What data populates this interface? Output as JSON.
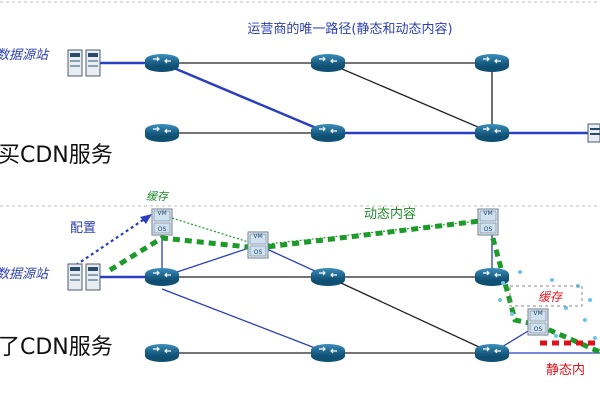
{
  "labels": {
    "top_title": "运营商的唯一路径(静态和动态内容)",
    "source_top": "数据源站",
    "source_bottom": "数据源站",
    "section_top": "买CDN服务",
    "section_bottom": "了CDN服务",
    "cache_left": "缓存",
    "cache_right": "缓存",
    "config": "配置",
    "dynamic": "动态内容",
    "static": "静态内",
    "vm": "VM",
    "os": "OS"
  },
  "colors": {
    "router_fill": "#1f6d93",
    "line_blue": "#2a3fbf",
    "line_black": "#222222",
    "path_green": "#1c9a2a",
    "path_red": "#e0101a",
    "label_blue": "#2b3fb0",
    "label_green": "#1f8a2a",
    "label_red": "#e0101a"
  }
}
